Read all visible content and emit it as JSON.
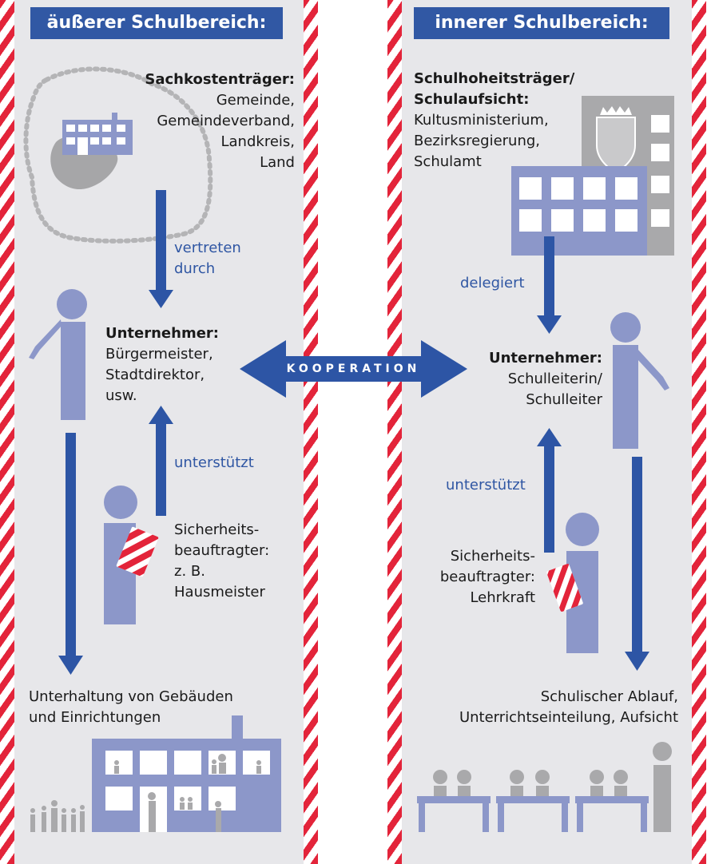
{
  "left": {
    "header": "äußerer Schulbereich:",
    "sachkosten": {
      "title": "Sachkostenträger:",
      "lines": [
        "Gemeinde,",
        "Gemeindeverband,",
        "Landkreis,",
        "Land"
      ]
    },
    "vertreten": [
      "vertreten",
      "durch"
    ],
    "unternehmer": {
      "title": "Unternehmer:",
      "lines": [
        "Bürgermeister,",
        "Stadtdirektor,",
        "usw."
      ]
    },
    "unterstuetzt": "unterstützt",
    "sicherheit": [
      "Sicherheits-",
      "beauftragter:",
      "z. B.",
      "Hausmeister"
    ],
    "result": [
      "Unterhaltung von Gebäuden",
      "und Einrichtungen"
    ]
  },
  "right": {
    "header": "innerer Schulbereich:",
    "hoheit": {
      "title": [
        "Schulhoheitsträger/",
        "Schulaufsicht:"
      ],
      "lines": [
        "Kultusministerium,",
        "Bezirksregierung,",
        "Schulamt"
      ]
    },
    "delegiert": "delegiert",
    "unternehmer": {
      "title": "Unternehmer:",
      "lines": [
        "Schulleiterin/",
        "Schulleiter"
      ]
    },
    "unterstuetzt": "unterstützt",
    "sicherheit": [
      "Sicherheits-",
      "beauftragter:",
      "Lehrkraft"
    ],
    "result": [
      "Schulischer Ablauf,",
      "Unterrichtseinteilung, Aufsicht"
    ]
  },
  "kooperation": "KOOPERATION",
  "colors": {
    "stripe_red": "#e3243a",
    "panel": "#e7e7ea",
    "header_blue": "#3158a4",
    "arrow_blue": "#2d55a5",
    "figure_lavender": "#8c97c9",
    "gray": "#a9a9ab",
    "text_blue": "#2f56a3"
  }
}
